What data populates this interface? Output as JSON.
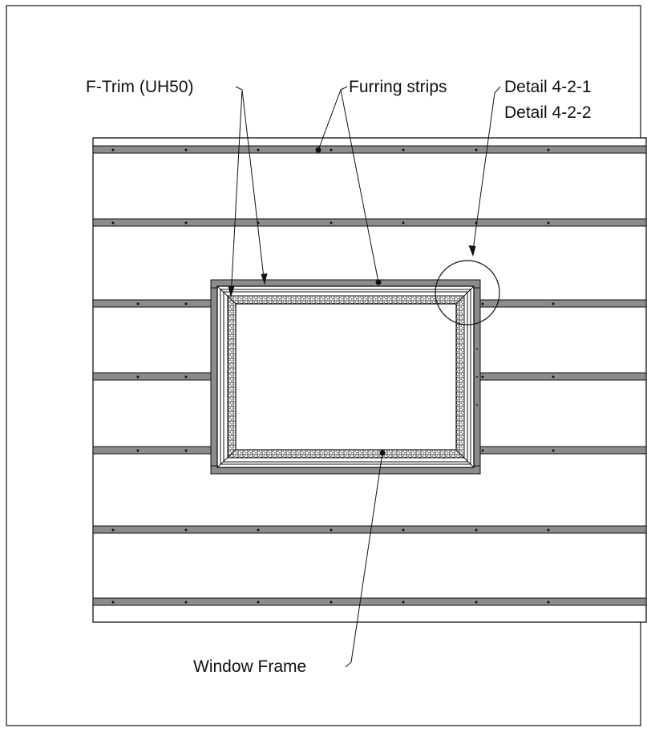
{
  "labels": {
    "f_trim": "F-Trim (UH50)",
    "furring_strips": "Furring strips",
    "detail_1": "Detail 4-2-1",
    "detail_2": "Detail 4-2-2",
    "window_frame": "Window Frame"
  },
  "colors": {
    "line": "#111111",
    "strip_fill": "#8c8c8c",
    "background": "#ffffff"
  }
}
